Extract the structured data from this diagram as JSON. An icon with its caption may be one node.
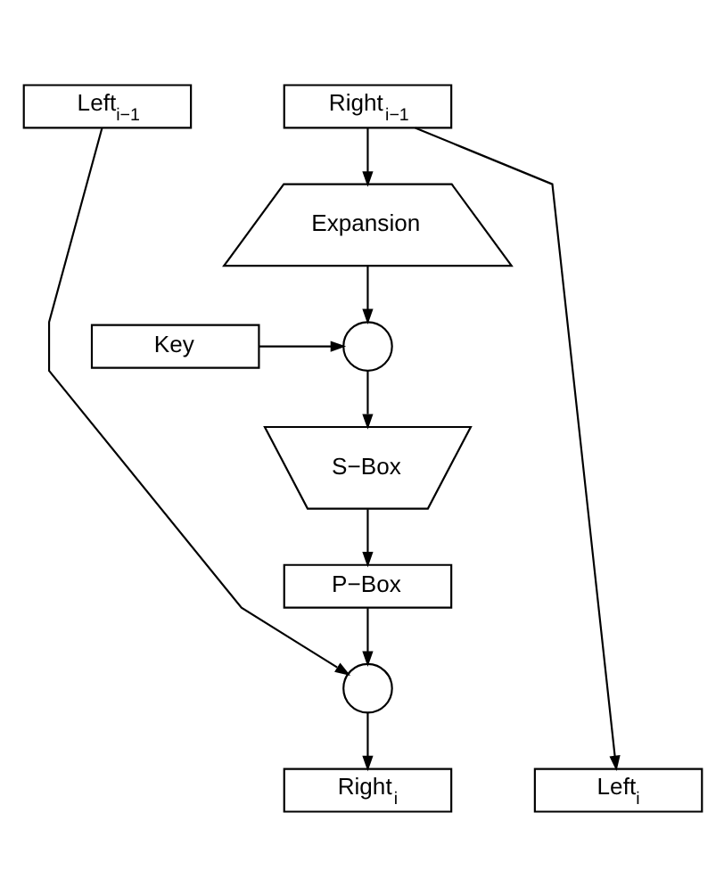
{
  "diagram": {
    "nodes": [
      {
        "text": [
          "Left$_{i−1}$"
        ]
      },
      {
        "text": [
          "Right$_{i−1}$"
        ]
      },
      {
        "text": [
          "Expansion"
        ]
      },
      {
        "text": [],
        "shape": "circle"
      },
      {
        "text": [
          "Key"
        ]
      },
      {
        "text": [
          "S−Box"
        ]
      },
      {
        "text": [
          "P−Box"
        ]
      },
      {
        "text": [],
        "shape": "circle"
      },
      {
        "text": [
          "Left$_{i}$"
        ]
      },
      {
        "text": [
          "Right$_{i}$"
        ]
      }
    ],
    "edges": [
      {
        "from": 1,
        "to": 2,
        "arrow": "to"
      },
      {
        "from": 1,
        "to": 8,
        "arrow": "to"
      },
      {
        "from": 2,
        "to": 3,
        "arrow": "to"
      },
      {
        "from": 4,
        "to": 3,
        "arrow": "to"
      },
      {
        "from": 3,
        "to": 5,
        "arrow": "to"
      },
      {
        "from": 5,
        "to": 6,
        "arrow": "to"
      },
      {
        "from": 6,
        "to": 7,
        "arrow": "to"
      },
      {
        "from": 0,
        "to": 7,
        "arrow": "to"
      },
      {
        "from": 7,
        "to": 9,
        "arrow": "to"
      }
    ]
  }
}
